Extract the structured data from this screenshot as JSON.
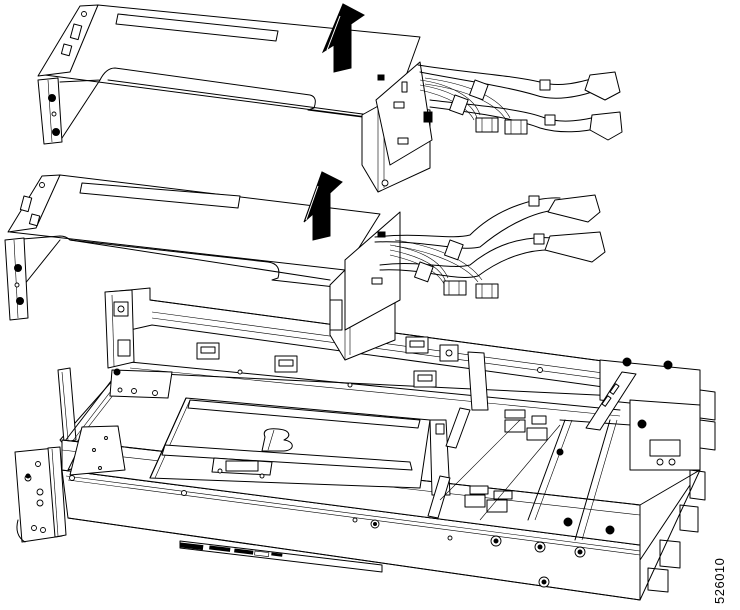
{
  "figure": {
    "id_label": "526010",
    "description_hidden": false
  },
  "parts": {
    "riser_cage_1": {
      "arrow_direction": "up"
    },
    "riser_cage_2": {
      "arrow_direction": "up"
    },
    "chassis": {}
  },
  "colors": {
    "line": "#000000",
    "background": "#ffffff"
  }
}
